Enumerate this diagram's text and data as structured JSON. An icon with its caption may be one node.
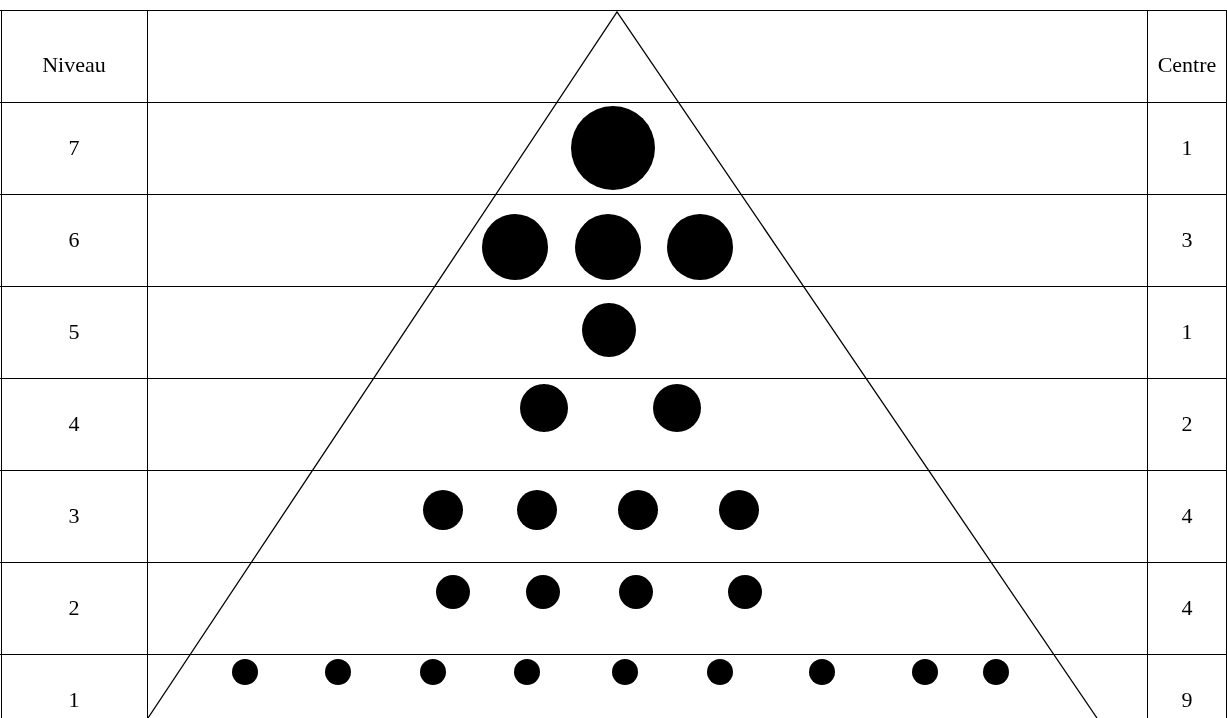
{
  "diagram": {
    "labels": [
      "Niveau",
      "Centre",
      "7",
      "1",
      "6",
      "3",
      "5",
      "1",
      "4",
      "2",
      "3",
      "4",
      "2",
      "4",
      "1",
      "9"
    ]
  }
}
